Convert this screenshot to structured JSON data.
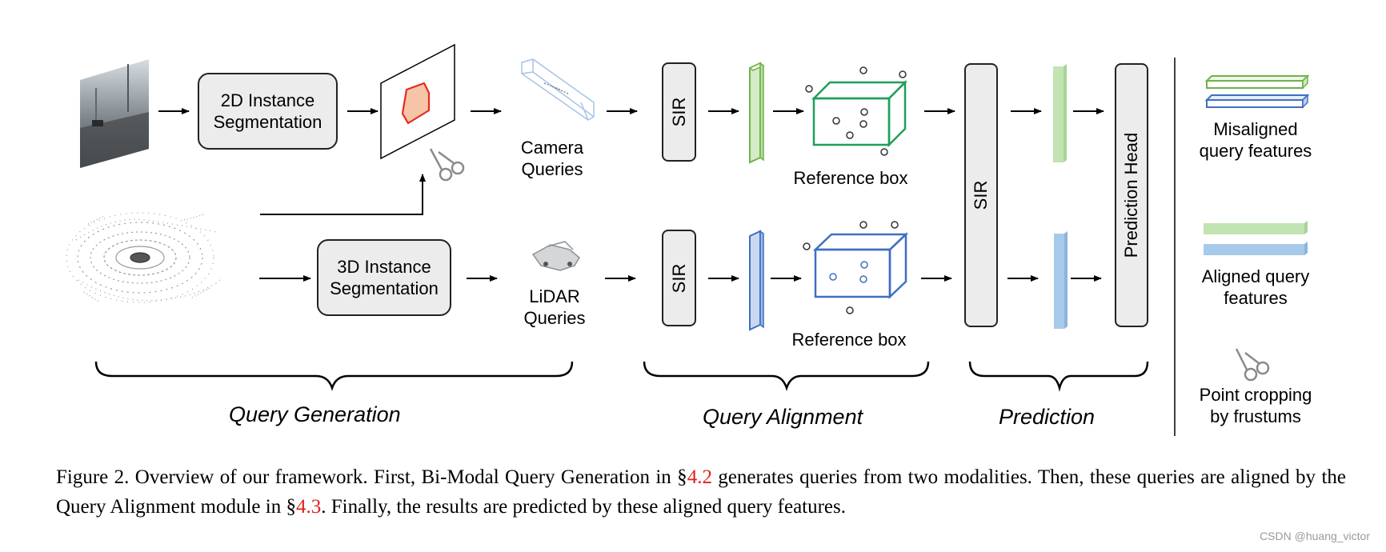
{
  "diagram": {
    "blocks": {
      "seg2d": "2D Instance\nSegmentation",
      "seg3d": "3D Instance\nSegmentation",
      "sir_top": "SIR",
      "sir_bottom": "SIR",
      "sir_big": "SIR",
      "pred_head": "Prediction Head"
    },
    "labels": {
      "camera_queries": "Camera\nQueries",
      "lidar_queries": "LiDAR\nQueries",
      "ref_box_top": "Reference box",
      "ref_box_bottom": "Reference box"
    },
    "sections": {
      "generation": "Query Generation",
      "alignment": "Query Alignment",
      "prediction": "Prediction"
    },
    "legend": {
      "misaligned": "Misaligned\nquery features",
      "aligned": "Aligned query\nfeatures",
      "cropping": "Point cropping\nby frustums"
    },
    "colors": {
      "green": "#6fb24a",
      "blue": "#3f6fc4",
      "light_green": "#c2e3b2",
      "light_blue": "#a7c9ea",
      "mask": "#e8291e",
      "box_fill": "#ececec"
    }
  },
  "caption": {
    "prefix": "Figure 2. Overview of our framework.  First, Bi-Modal Query Generation in §",
    "ref1": "4.2",
    "middle": " generates queries from two modalities.  Then, these queries are aligned by the Query Alignment module in §",
    "ref2": "4.3",
    "suffix": ". Finally, the results are predicted by these aligned query features."
  },
  "watermark": "CSDN @huang_victor"
}
